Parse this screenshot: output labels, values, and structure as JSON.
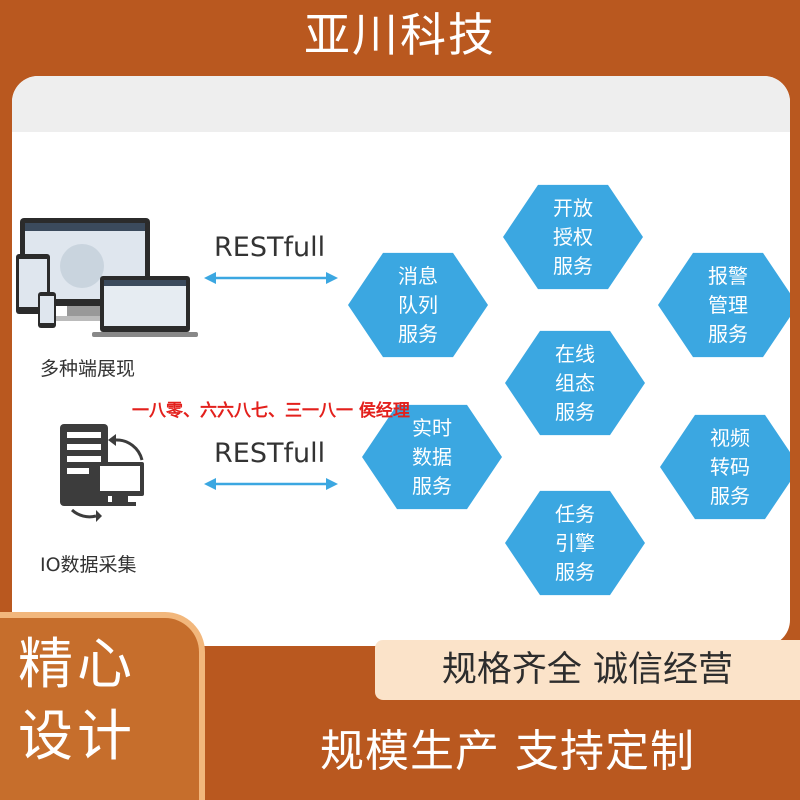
{
  "header": {
    "title": "亚川科技"
  },
  "diagram": {
    "endpoints": [
      {
        "id": "multi-terminal",
        "label": "多种端展现",
        "icon": "devices-icon",
        "link_label": "RESTfull"
      },
      {
        "id": "io-collection",
        "label": "IO数据采集",
        "icon": "server-sync-icon",
        "link_label": "RESTfull"
      }
    ],
    "services": [
      {
        "id": "auth",
        "lines": [
          "开放",
          "授权",
          "服务"
        ]
      },
      {
        "id": "message-queue",
        "lines": [
          "消息",
          "队列",
          "服务"
        ]
      },
      {
        "id": "alarm",
        "lines": [
          "报警",
          "管理",
          "服务"
        ]
      },
      {
        "id": "online-config",
        "lines": [
          "在线",
          "组态",
          "服务"
        ]
      },
      {
        "id": "realtime-data",
        "lines": [
          "实时",
          "数据",
          "服务"
        ]
      },
      {
        "id": "video-transcode",
        "lines": [
          "视频",
          "转码",
          "服务"
        ]
      },
      {
        "id": "task-engine",
        "lines": [
          "任务",
          "引擎",
          "服务"
        ]
      }
    ],
    "colors": {
      "hexagon": "#3ba7e1",
      "arrow": "#3ba7e1"
    }
  },
  "contact": {
    "text": "一八零、六六八七、三一八一 侯经理"
  },
  "footer": {
    "corner_lines": [
      "精心",
      "设计"
    ],
    "slogan_1": "规格齐全  诚信经营",
    "slogan_2": "规模生产  支持定制"
  },
  "colors": {
    "background": "#b9581f",
    "corner": "#c66e2c",
    "slogan_box": "#fbe3c9",
    "contact": "#e3201c"
  }
}
